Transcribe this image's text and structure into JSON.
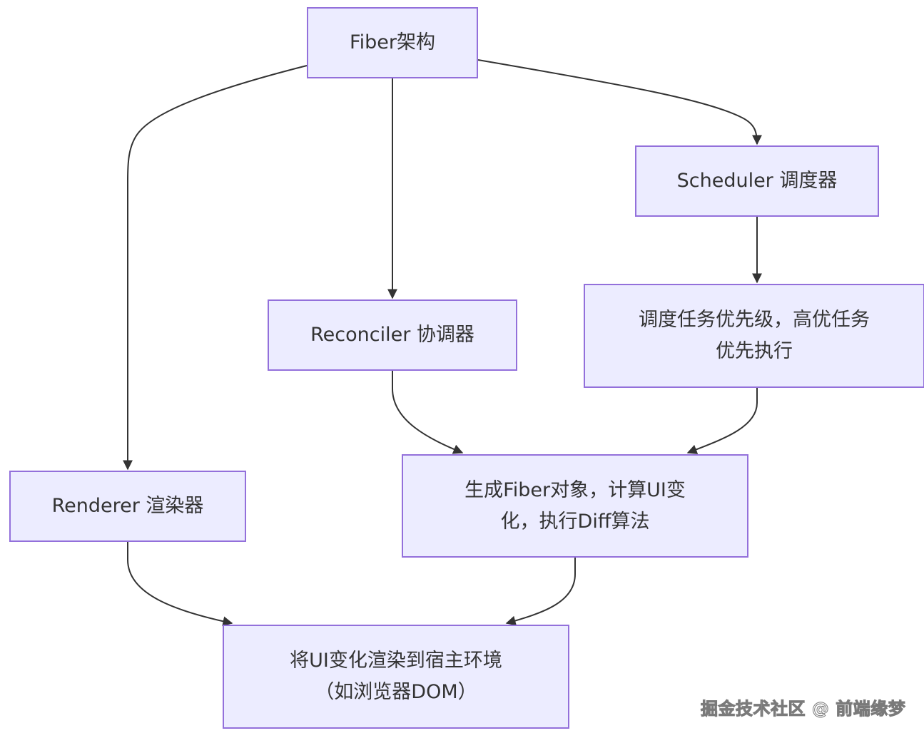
{
  "nodes": {
    "fiber": {
      "lines": [
        "Fiber架构"
      ]
    },
    "scheduler": {
      "lines": [
        "Scheduler 调度器"
      ]
    },
    "reconciler": {
      "lines": [
        "Reconciler 协调器"
      ]
    },
    "scheduler_desc": {
      "lines": [
        "调度任务优先级，高优任务",
        "优先执行"
      ]
    },
    "renderer": {
      "lines": [
        "Renderer 渲染器"
      ]
    },
    "reconciler_desc": {
      "lines": [
        "生成Fiber对象，计算UI变",
        "化，执行Diff算法"
      ]
    },
    "host": {
      "lines": [
        "将UI变化渲染到宿主环境",
        "（如浏览器DOM）"
      ]
    }
  },
  "edges": [
    {
      "from": "fiber",
      "to": "scheduler"
    },
    {
      "from": "fiber",
      "to": "reconciler"
    },
    {
      "from": "fiber",
      "to": "renderer"
    },
    {
      "from": "scheduler",
      "to": "scheduler_desc"
    },
    {
      "from": "reconciler",
      "to": "reconciler_desc"
    },
    {
      "from": "scheduler_desc",
      "to": "reconciler_desc"
    },
    {
      "from": "renderer",
      "to": "host"
    },
    {
      "from": "reconciler_desc",
      "to": "host"
    }
  ],
  "colors": {
    "node_fill": "#ececff",
    "node_border": "#9370db",
    "edge": "#333333",
    "text": "#333333"
  },
  "watermark": "掘金技术社区 @ 前端缘梦"
}
